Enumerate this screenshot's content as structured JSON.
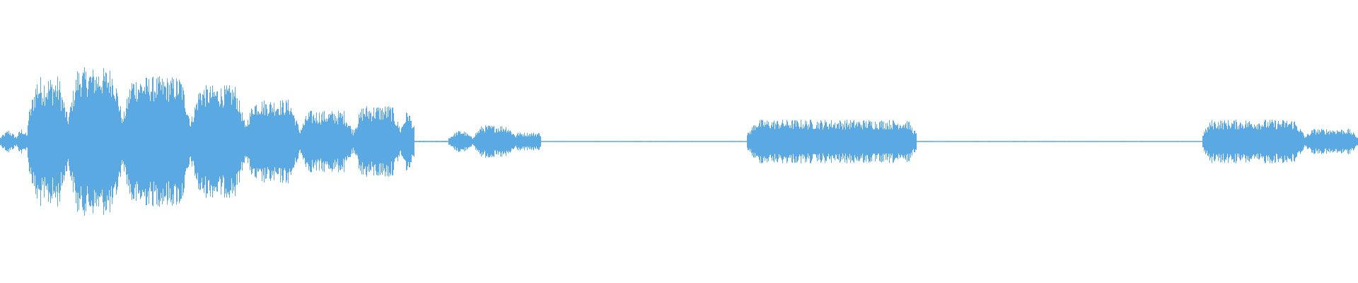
{
  "waveform": {
    "color": "#5aa9e3",
    "background": "#ffffff",
    "segments": [
      {
        "start": 0.0,
        "end": 0.012,
        "amp": 0.07,
        "jitter": 0.35
      },
      {
        "start": 0.012,
        "end": 0.02,
        "amp": 0.1,
        "jitter": 0.35
      },
      {
        "start": 0.02,
        "end": 0.05,
        "amp": 0.36,
        "jitter": 0.3
      },
      {
        "start": 0.05,
        "end": 0.09,
        "amp": 0.42,
        "jitter": 0.25
      },
      {
        "start": 0.09,
        "end": 0.14,
        "amp": 0.37,
        "jitter": 0.25
      },
      {
        "start": 0.14,
        "end": 0.18,
        "amp": 0.32,
        "jitter": 0.25
      },
      {
        "start": 0.18,
        "end": 0.22,
        "amp": 0.24,
        "jitter": 0.25
      },
      {
        "start": 0.22,
        "end": 0.26,
        "amp": 0.17,
        "jitter": 0.3
      },
      {
        "start": 0.26,
        "end": 0.295,
        "amp": 0.2,
        "jitter": 0.3
      },
      {
        "start": 0.295,
        "end": 0.305,
        "amp": 0.23,
        "jitter": 0.25
      },
      {
        "start": 0.305,
        "end": 0.33,
        "amp": 0.004,
        "jitter": 0.2
      },
      {
        "start": 0.33,
        "end": 0.348,
        "amp": 0.06,
        "jitter": 0.3
      },
      {
        "start": 0.348,
        "end": 0.38,
        "amp": 0.09,
        "jitter": 0.3
      },
      {
        "start": 0.38,
        "end": 0.398,
        "amp": 0.05,
        "jitter": 0.3
      },
      {
        "start": 0.398,
        "end": 0.55,
        "amp": 0.003,
        "jitter": 0.2
      },
      {
        "start": 0.55,
        "end": 0.675,
        "amp": 0.12,
        "jitter": 0.3
      },
      {
        "start": 0.675,
        "end": 0.885,
        "amp": 0.003,
        "jitter": 0.2
      },
      {
        "start": 0.885,
        "end": 0.96,
        "amp": 0.12,
        "jitter": 0.3
      },
      {
        "start": 0.96,
        "end": 1.0,
        "amp": 0.07,
        "jitter": 0.3
      }
    ]
  }
}
